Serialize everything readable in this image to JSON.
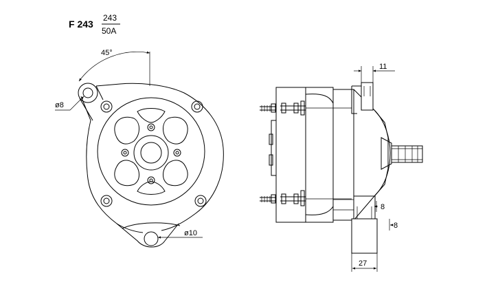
{
  "header": {
    "model": "F 243",
    "fraction_top": "243",
    "fraction_bottom": "50A"
  },
  "dimensions": {
    "angle": "45°",
    "top_hole_dia": "ø8",
    "bottom_hole_dia": "ø10",
    "top_slot_width": "11",
    "slot_gap_upper": "8",
    "slot_gap_lower": "8",
    "foot_width": "27"
  }
}
